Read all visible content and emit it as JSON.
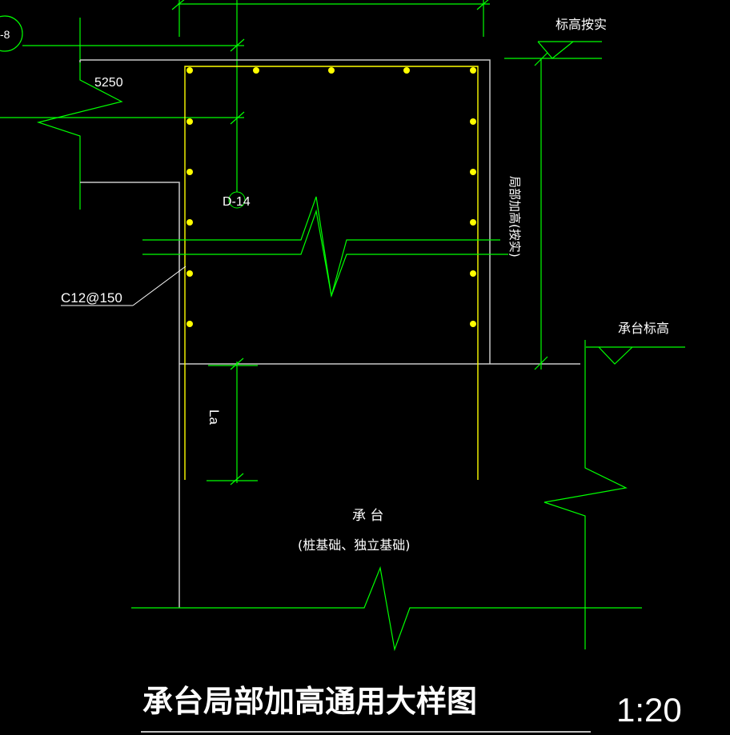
{
  "labels": {
    "axis_bubble": "-8",
    "dimension": "5250",
    "detail_ref": "D-14",
    "rebar_spec": "C12@150",
    "elevation_top": "标高按实",
    "local_height": "局部加高(按实)",
    "cap_elevation": "承台标高",
    "anchor_length": "La",
    "cap_name": "承 台",
    "cap_note": "(桩基础、独立基础)",
    "title": "承台局部加高通用大样图",
    "scale": "1:20"
  },
  "colors": {
    "background": "#000000",
    "green": "#00ff00",
    "yellow": "#ffff00",
    "white": "#ffffff",
    "gray": "#c8c8c8"
  },
  "icons": {
    "elevation_marker": "triangle-elevation-icon",
    "axis_bubble": "axis-circle-icon"
  }
}
